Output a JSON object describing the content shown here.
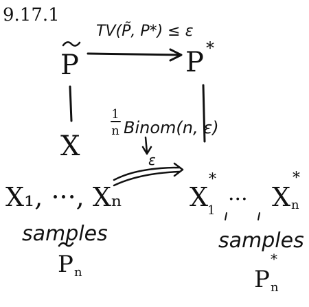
{
  "label": "9.17.1",
  "nodes": {
    "p_tilde": "P",
    "p_star": "P",
    "p_star_sup": "*",
    "x": "X",
    "samples_left": "X₁, ···, Xₙ",
    "samples_right_x1": "X",
    "samples_right_x1_sup": "*",
    "samples_right_x1_sub": "1",
    "samples_right_dots": "···",
    "samples_right_xn": "X",
    "samples_right_xn_sup": "*",
    "samples_right_xn_sub": "n",
    "samples_word_left": "samples",
    "samples_word_right": "samples",
    "pn_tilde": "P",
    "pn_tilde_sub": "n",
    "pn_star": "P",
    "pn_star_sup": "*",
    "pn_star_sub": "n"
  },
  "edges": {
    "top_label": "TV(P̃, P*) ≤ ε",
    "binom_frac_num": "1",
    "binom_frac_den": "n",
    "binom_label": "Binom(n, ε)",
    "eps_label": "ε"
  },
  "colors": {
    "ink": "#111111",
    "background": "#ffffff"
  }
}
